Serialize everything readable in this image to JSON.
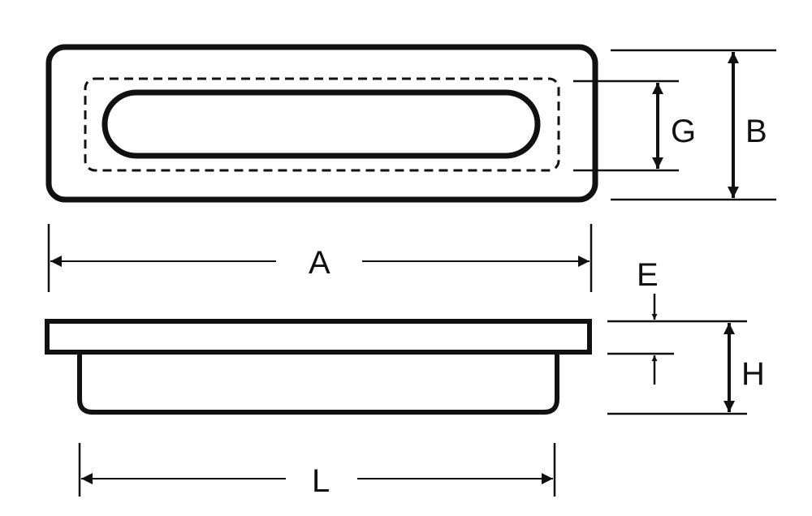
{
  "colors": {
    "ink": "#111111",
    "background": "#ffffff"
  },
  "labels": {
    "A": "A",
    "B": "B",
    "G": "G",
    "E": "E",
    "H": "H",
    "L": "L"
  }
}
